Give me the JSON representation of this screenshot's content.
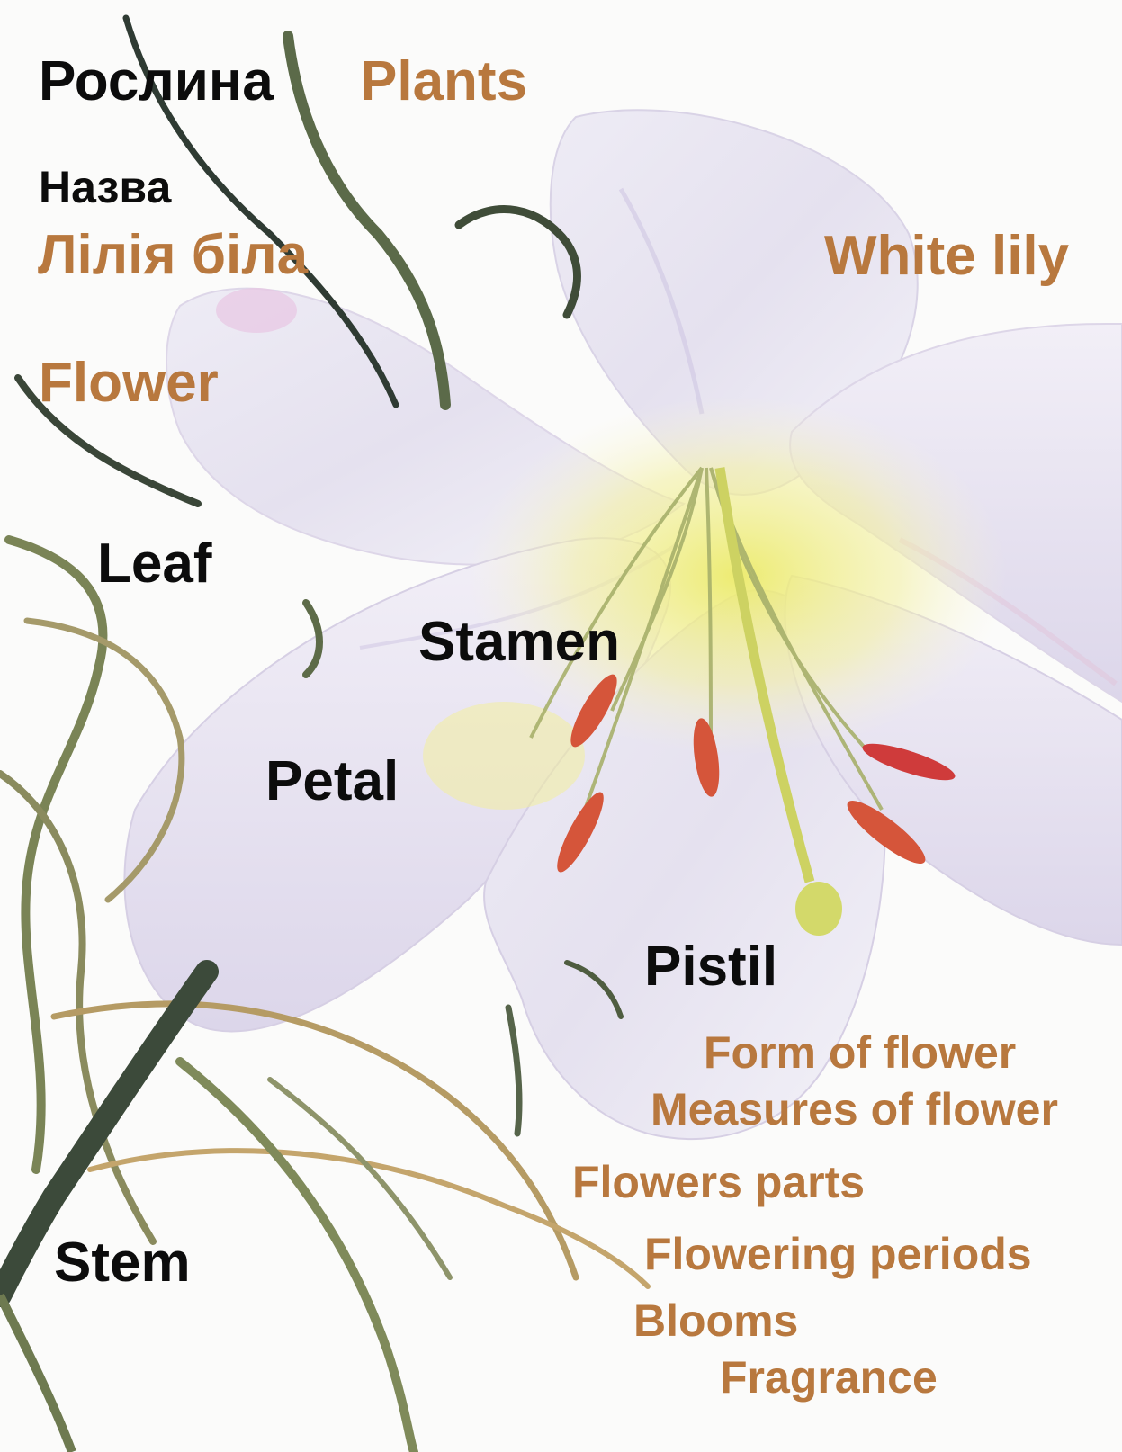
{
  "labels": {
    "plant_uk": "Рослина",
    "plant_en": "Plants",
    "name_uk": "Назва",
    "species_uk": "Лілія біла",
    "species_en": "White lily",
    "flower": "Flower",
    "leaf": "Leaf",
    "stamen": "Stamen",
    "petal": "Petal",
    "pistil": "Pistil",
    "stem": "Stem"
  },
  "attributes": {
    "form": "Form of flower",
    "measures": "Measures of flower",
    "parts": "Flowers parts",
    "periods": "Flowering periods",
    "blooms": "Blooms",
    "fragrance": "Fragrance"
  },
  "colors": {
    "dark_text": "#0c0c0c",
    "accent_text": "#b8783e",
    "petal": "#e9e6f1",
    "petal_tint": "#d8cfe8",
    "throat": "#f1ee7c",
    "anther": "#d5553a",
    "leaf": "#6f7a52",
    "stem": "#3c4a3a"
  }
}
